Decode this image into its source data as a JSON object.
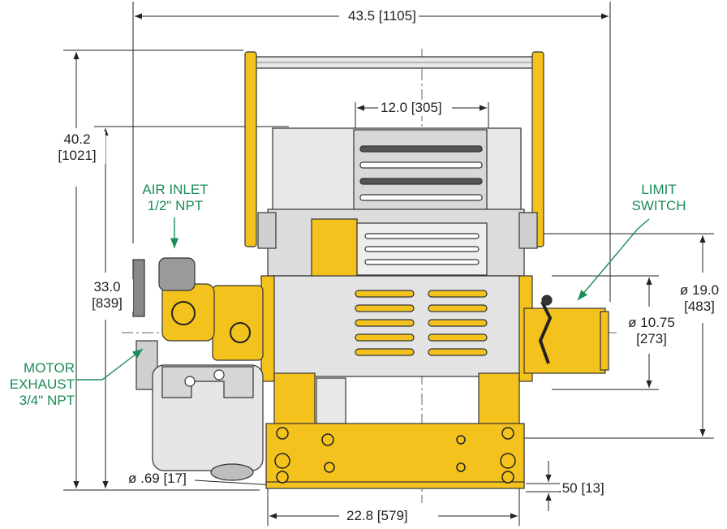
{
  "dimensions": {
    "overall_width": "43.5 [1105]",
    "drum_width": "12.0 [305]",
    "overall_height_line1": "40.2",
    "overall_height_line2": "[1021]",
    "height_to_top_line1": "33.0",
    "height_to_top_line2": "[839]",
    "flange_dia_line1": "ø 19.0",
    "flange_dia_line2": "[483]",
    "drum_dia_line1": "ø 10.75",
    "drum_dia_line2": "[273]",
    "hole_dia": "ø .69 [17]",
    "base_thickness": ".50 [13]",
    "base_width": "22.8 [579]"
  },
  "callouts": {
    "air_inlet_line1": "AIR INLET",
    "air_inlet_line2": "1/2\" NPT",
    "motor_exhaust_line1": "MOTOR",
    "motor_exhaust_line2": "EXHAUST",
    "motor_exhaust_line3": "3/4\" NPT",
    "limit_switch_line1": "LIMIT",
    "limit_switch_line2": "SWITCH"
  },
  "colors": {
    "frame_yellow": "#f4c21c",
    "drum_gray": "#e6e6e6",
    "line": "#222222",
    "callout_green": "#1a8c55"
  }
}
